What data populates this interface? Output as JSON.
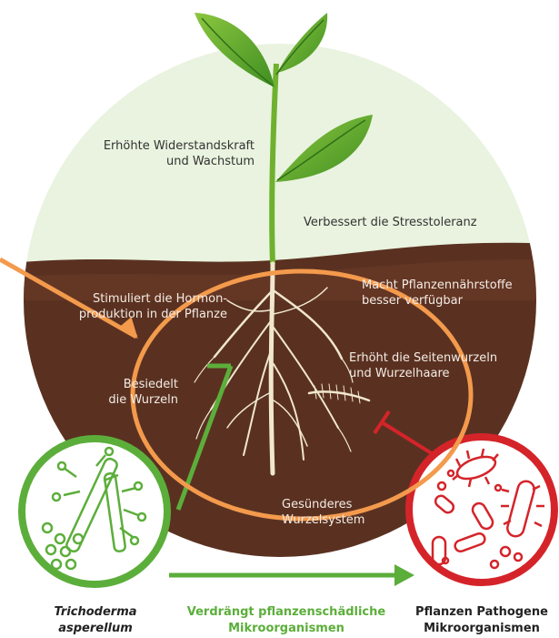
{
  "labels": {
    "resistance": [
      "Erhöhte Widerstandskraft",
      "und Wachstum"
    ],
    "stress": "Verbessert die Stresstoleranz",
    "hormone": [
      "Stimuliert die Hormon-",
      "produktion in der Pflanze"
    ],
    "nutrients": [
      "Macht Pflanzennährstoffe",
      "besser verfügbar"
    ],
    "lateral_roots": [
      "Erhöht die Seitenwurzeln",
      "und Wurzelhaare"
    ],
    "colonize": [
      "Besiedelt",
      "die Wurzeln"
    ],
    "healthy_roots": [
      "Gesünderes",
      "Wurzelsystem"
    ]
  },
  "bottom": {
    "left": [
      "Trichoderma",
      "asperellum"
    ],
    "middle": [
      "Verdrängt pflanzenschädliche",
      "Mikroorganismen"
    ],
    "right": [
      "Pflanzen Pathogene",
      "Mikroorganismen"
    ]
  },
  "colors": {
    "sky": "#e9f3df",
    "soil": "#5a3121",
    "leaf": "#5aa12b",
    "green_line": "#5cae3b",
    "red": "#d4242a",
    "orange": "#f39a4c",
    "root": "#f1e7cf"
  }
}
